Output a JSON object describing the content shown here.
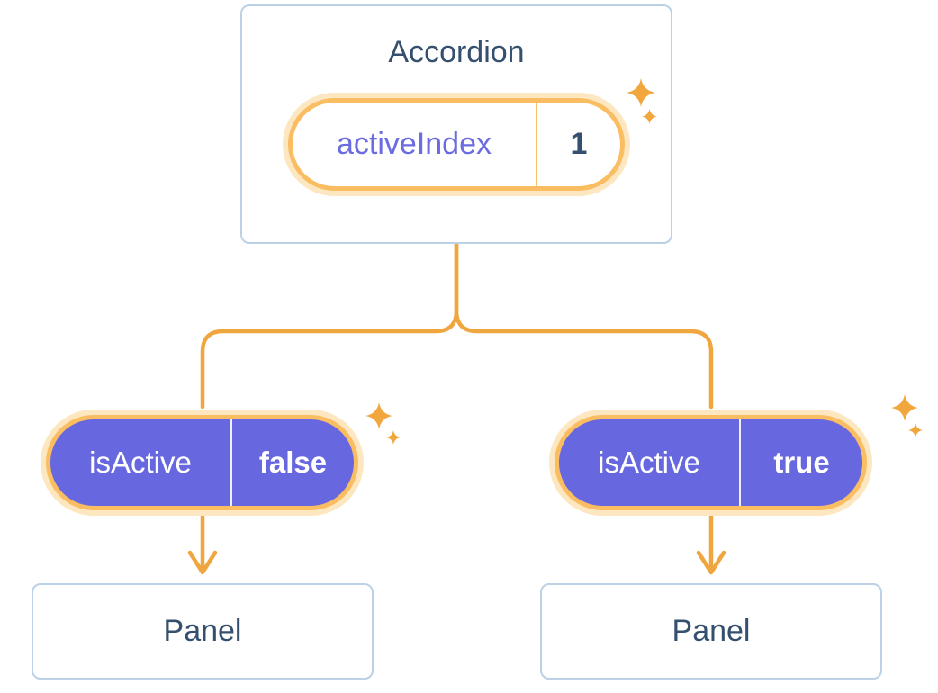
{
  "colors": {
    "accent_orange": "#f0a63f",
    "pill_border_orange": "#fabd62",
    "pill_glow_orange": "#fce7c0",
    "purple": "#6767e0",
    "navy_text": "#35506e",
    "card_border": "#bcd1e5",
    "purple_text": "#6b6be2"
  },
  "accordion": {
    "title": "Accordion",
    "state": {
      "label": "activeIndex",
      "value": "1"
    }
  },
  "children": [
    {
      "prop": {
        "label": "isActive",
        "value": "false"
      },
      "panel": {
        "title": "Panel"
      }
    },
    {
      "prop": {
        "label": "isActive",
        "value": "true"
      },
      "panel": {
        "title": "Panel"
      }
    }
  ]
}
